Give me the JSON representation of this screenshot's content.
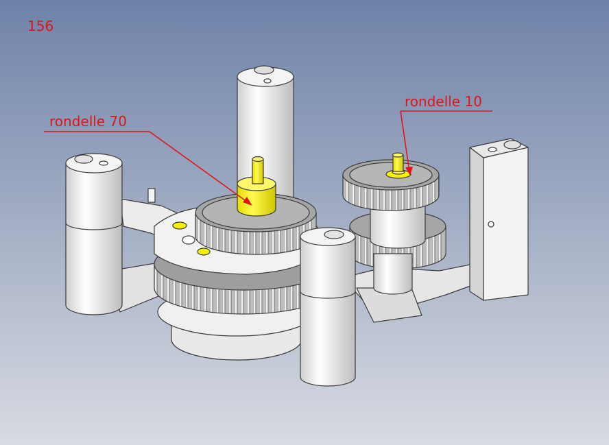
{
  "page_number": "156",
  "annotations": [
    {
      "text": "rondelle 70"
    },
    {
      "text": "rondelle 10"
    }
  ],
  "colors": {
    "background_top": "#6e82a8",
    "background_bottom": "#d8dbe2",
    "part_fill": "#eeeeee",
    "part_edge": "#3a3a3a",
    "gear_fill": "#a9a9a9",
    "washer_fill": "#f5f000",
    "annotation": "#e0151b"
  }
}
